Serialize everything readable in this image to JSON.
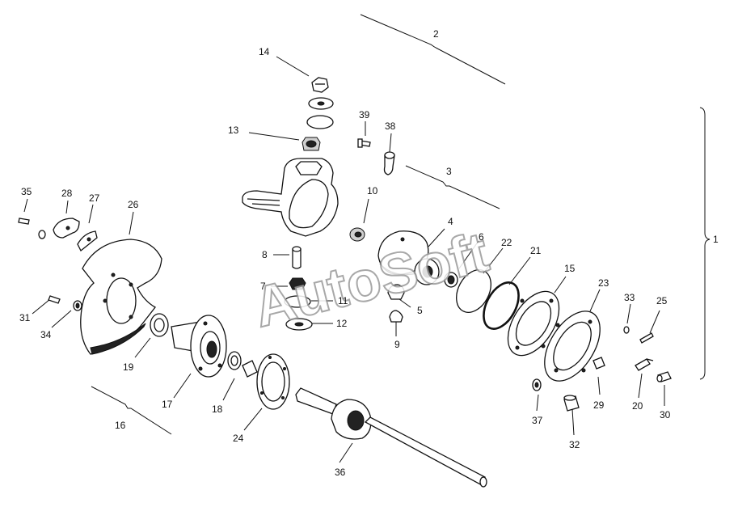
{
  "watermark": "AutoSoft",
  "callouts": {
    "c1": "1",
    "c2": "2",
    "c3": "3",
    "c4": "4",
    "c5": "5",
    "c6": "6",
    "c7": "7",
    "c8": "8",
    "c9": "9",
    "c10": "10",
    "c11": "11",
    "c12": "12",
    "c13": "13",
    "c14": "14",
    "c15": "15",
    "c16": "16",
    "c17": "17",
    "c18": "18",
    "c19": "19",
    "c20": "20",
    "c21": "21",
    "c22": "22",
    "c23": "23",
    "c24": "24",
    "c25": "25",
    "c26": "26",
    "c27": "27",
    "c28": "28",
    "c29": "29",
    "c30": "30",
    "c31": "31",
    "c32": "32",
    "c33": "33",
    "c34": "34",
    "c35": "35",
    "c36": "36",
    "c37": "37",
    "c38": "38",
    "c39": "39"
  }
}
